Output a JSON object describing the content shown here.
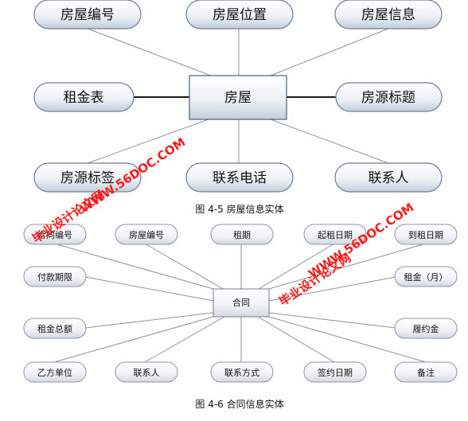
{
  "figure1": {
    "center": "房屋",
    "top": [
      "房屋编号",
      "房屋位置",
      "房屋信息"
    ],
    "left": "租金表",
    "right": "房源标题",
    "bottom": [
      "房源标签",
      "联系电话",
      "联系人"
    ],
    "caption": "图 4-5 房屋信息实体"
  },
  "figure2": {
    "center": "合同",
    "top": [
      "合同编号",
      "房屋编号",
      "租期",
      "起租日期",
      "到租日期"
    ],
    "left": [
      "付款期限",
      "租金总额"
    ],
    "right": [
      "租金（月）",
      "履约金"
    ],
    "bottom": [
      "乙方单位",
      "联系人",
      "联系方式",
      "签约日期",
      "备注"
    ],
    "caption": "图 4-6 合同信息实体"
  },
  "watermarks": {
    "brand": "毕业设计论文网",
    "url": "WWW.56DOC.COM"
  },
  "colors": {
    "watermark": "#ff1a1a",
    "node_fill_top": "#ffffff",
    "node_fill_bottom": "#c8d2de"
  }
}
